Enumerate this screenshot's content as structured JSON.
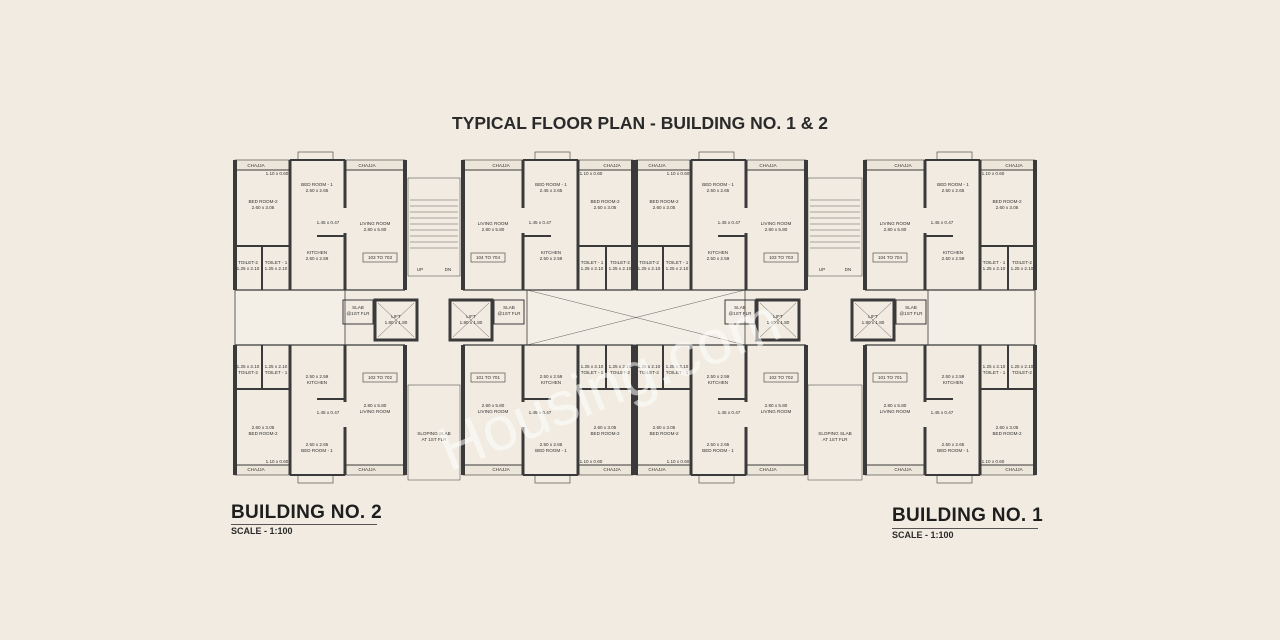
{
  "title": "TYPICAL FLOOR PLAN - BUILDING NO. 1 & 2",
  "buildings": [
    {
      "name": "BUILDING NO. 2",
      "scale": "SCALE - 1:100"
    },
    {
      "name": "BUILDING NO. 1",
      "scale": "SCALE - 1:100"
    }
  ],
  "watermark": "Housing.com",
  "room_names": {
    "bed1": "BED ROOM - 1",
    "bed2": "BED ROOM-2",
    "living": "LIVING ROOM",
    "kitchen": "KITCHEN",
    "toilet1": "TOILET - 1",
    "toilet2": "TOILET-2",
    "chajja": "CHAJJA"
  },
  "units": [
    {
      "unit_no": "103 TO 703",
      "bed1": "2.50 x 2.65",
      "bed2": "2.60 x 3.05",
      "living": "2.80 x 5.80",
      "kitchen": "2.50 x 2.59",
      "toilet1": "1.25 x 2.10",
      "toilet2": "1.25 x 2.10",
      "niche": "1.45 x 0.47",
      "window": "1.10 x 0.60"
    },
    {
      "unit_no": "104 TO 704",
      "bed1": "2.45 x 2.65",
      "bed2": "2.60 x 3.05",
      "living": "2.80 x 5.80",
      "kitchen": "2.50 x 2.59",
      "toilet1": "1.25 x 2.10",
      "toilet2": "1.25 x 2.10",
      "niche": "1.45 x 0.47",
      "window": "1.10 x 0.60"
    },
    {
      "unit_no": "103 TO 703",
      "bed1": "2.50 x 2.65",
      "bed2": "2.60 x 3.05",
      "living": "2.80 x 5.80",
      "kitchen": "2.50 x 2.59",
      "toilet1": "1.25 x 2.10",
      "toilet2": "1.25 x 2.10",
      "niche": "1.45 x 0.47",
      "window": "1.10 x 0.60"
    },
    {
      "unit_no": "104 TO 704",
      "bed1": "2.50 x 2.65",
      "bed2": "2.60 x 3.05",
      "living": "2.80 x 5.80",
      "kitchen": "2.50 x 2.59",
      "toilet1": "1.25 x 2.10",
      "toilet2": "1.25 x 2.10",
      "niche": "1.45 x 0.47",
      "window": "1.10 x 0.60"
    },
    {
      "unit_no": "102 TO 702",
      "bed1": "2.50 x 2.65",
      "bed2": "2.60 x 3.05",
      "living": "2.80 x 5.80",
      "kitchen": "2.50 x 2.59",
      "toilet1": "1.25 x 2.10",
      "toilet2": "1.25 x 2.10",
      "niche": "1.45 x 0.47",
      "window": "1.10 x 0.60"
    },
    {
      "unit_no": "101 TO 701",
      "bed1": "2.50 x 2.65",
      "bed2": "2.60 x 3.05",
      "living": "2.80 x 5.80",
      "kitchen": "2.50 x 2.59",
      "toilet1": "1.25 x 2.10",
      "toilet2": "1.25 x 2.10",
      "niche": "1.45 x 0.47",
      "window": "1.10 x 0.60"
    },
    {
      "unit_no": "102 TO 702",
      "bed1": "2.50 x 2.65",
      "bed2": "2.60 x 3.05",
      "living": "2.80 x 5.80",
      "kitchen": "2.50 x 2.59",
      "toilet1": "1.25 x 2.10",
      "toilet2": "1.25 x 2.10",
      "niche": "1.45 x 0.47",
      "window": "1.10 x 0.60"
    },
    {
      "unit_no": "101 TO 701",
      "bed1": "2.50 x 2.65",
      "bed2": "2.60 x 3.05",
      "living": "2.80 x 5.80",
      "kitchen": "2.50 x 2.59",
      "toilet1": "1.25 x 2.10",
      "toilet2": "1.25 x 2.10",
      "niche": "1.45 x 0.47",
      "window": "1.10 x 0.60"
    }
  ],
  "core": {
    "lift": "LIFT",
    "lift_dim": "1.80 x 1.80",
    "slab": "SLAB",
    "slab_level": "@1ST FLR",
    "up": "UP",
    "dn": "DN",
    "sloping_slab": "SLOPING SLAB",
    "sloping_level": "AT 1ST FLR"
  }
}
